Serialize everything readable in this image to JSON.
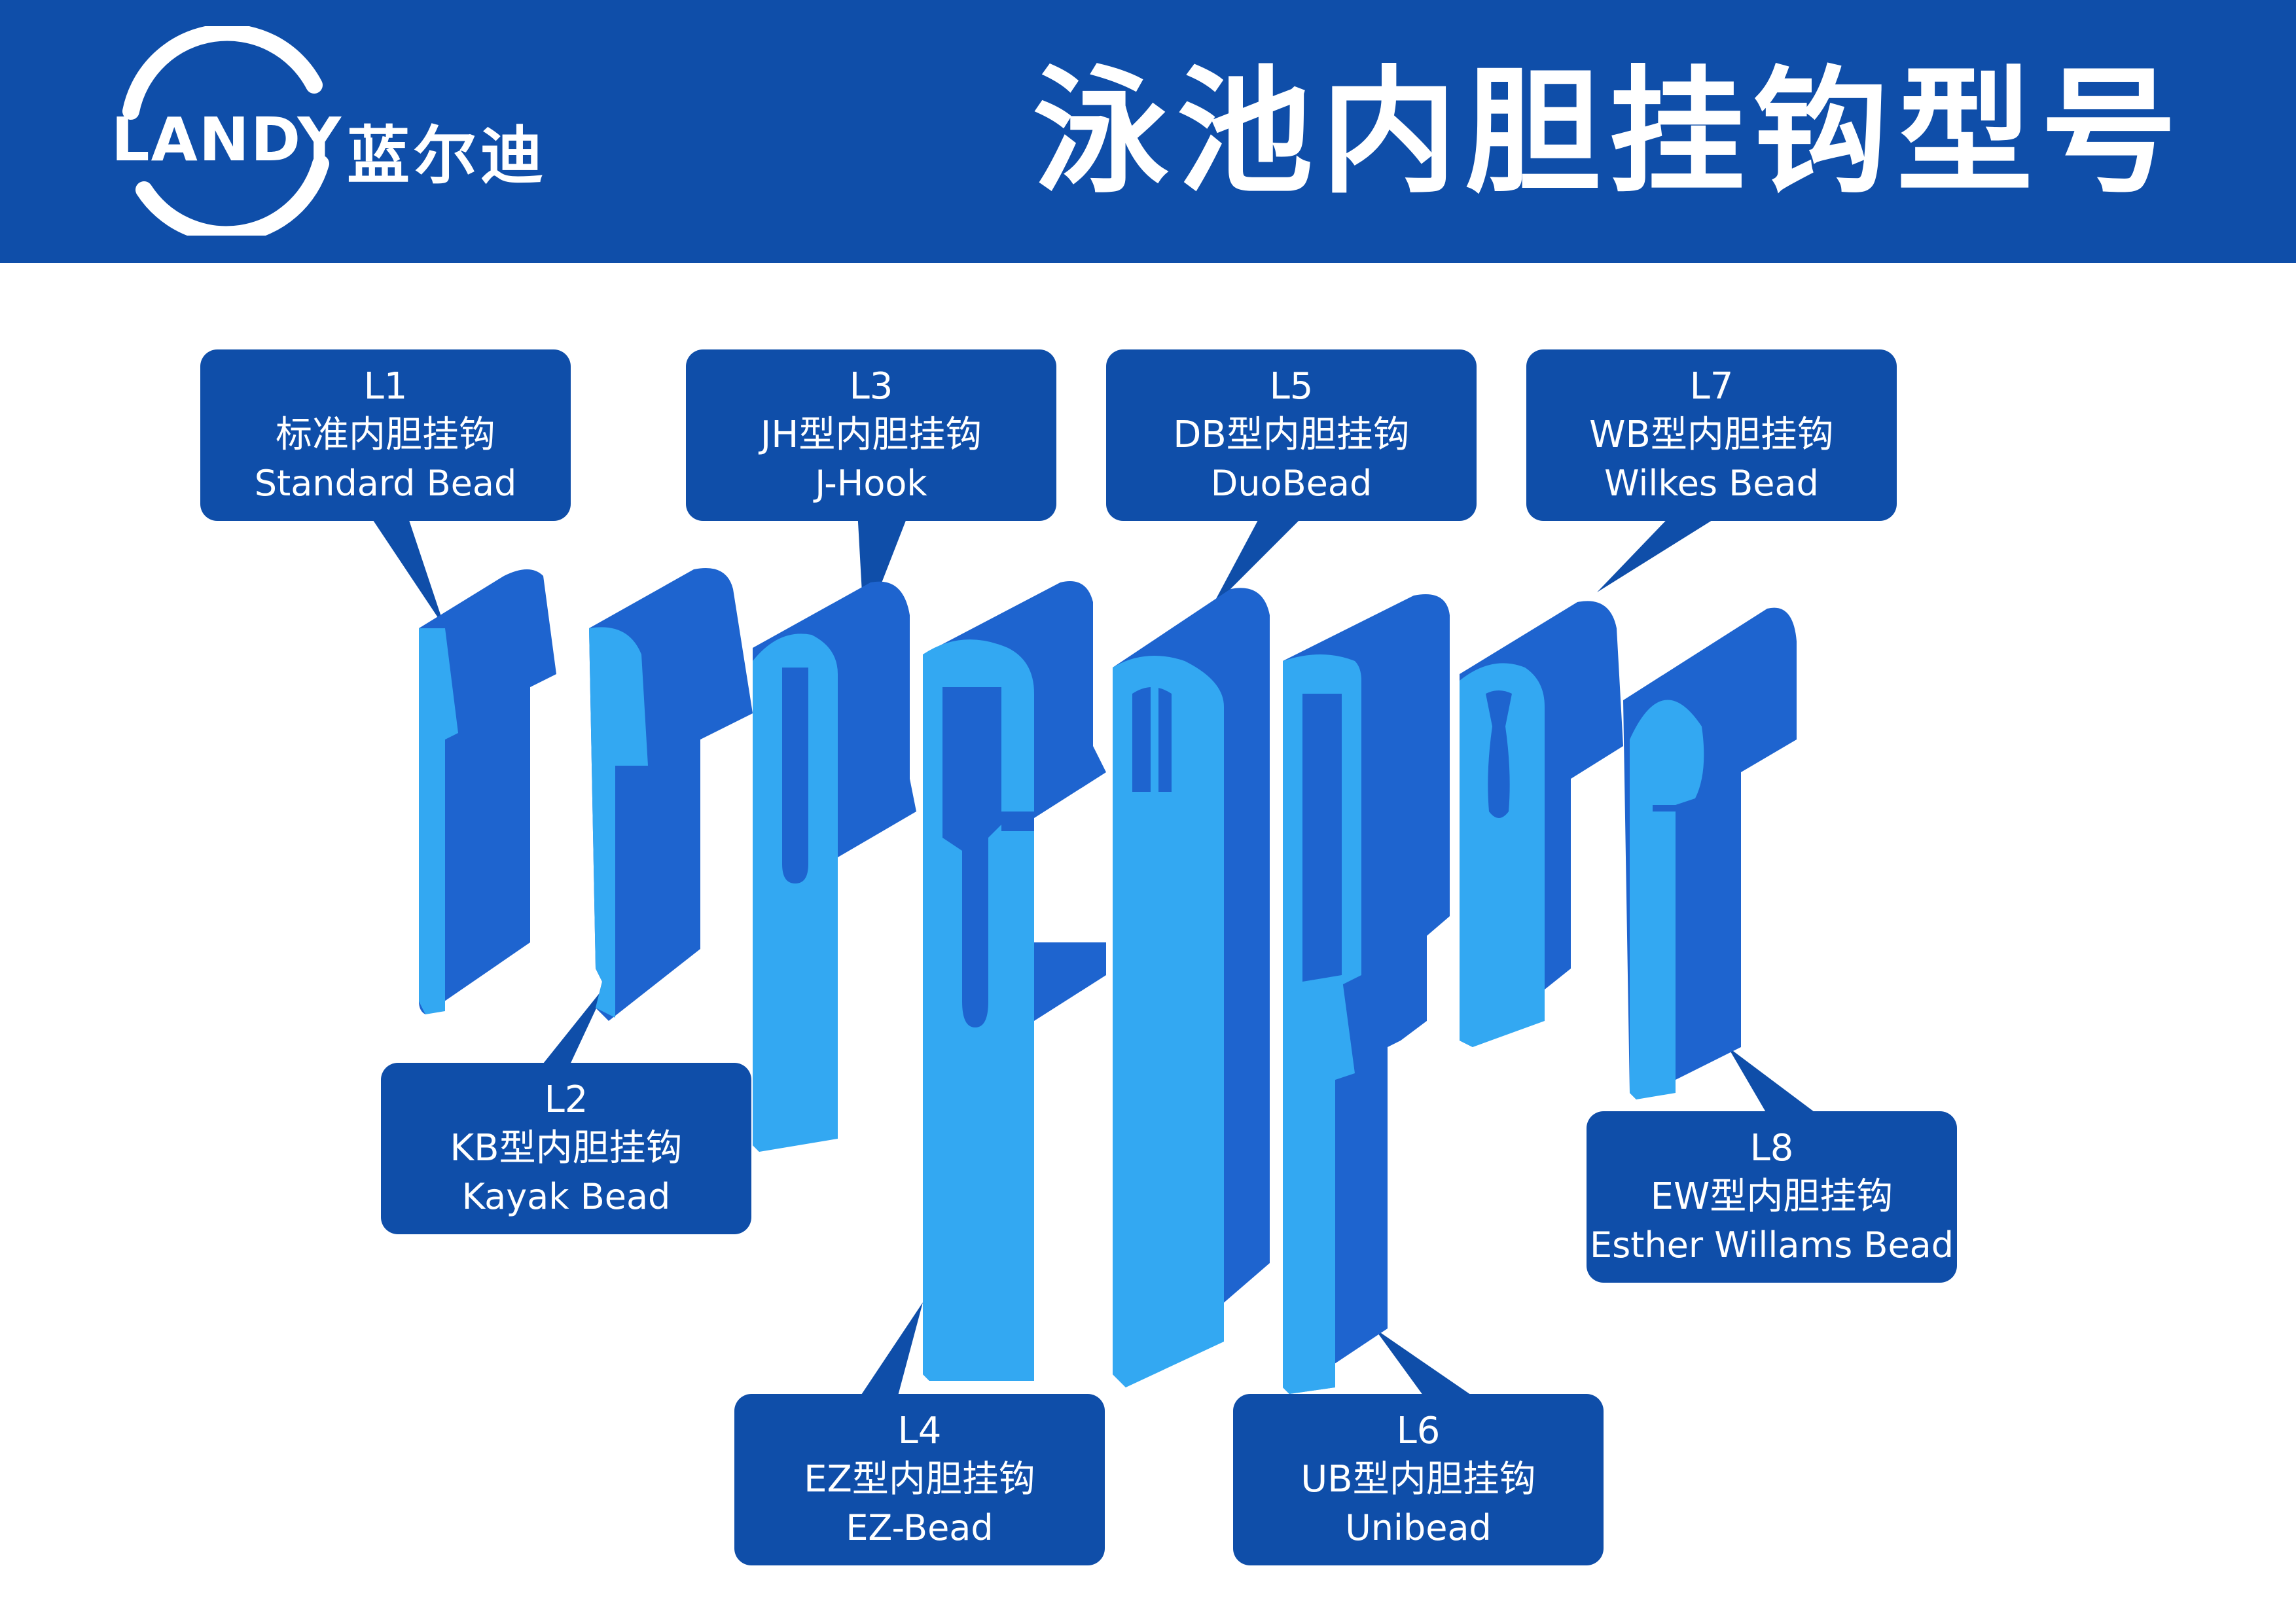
{
  "header": {
    "brand_latin": "LANDY",
    "brand_cn": "蓝尔迪",
    "title": "泳池内胆挂钩型号"
  },
  "colors": {
    "header_bg": "#0f4ea9",
    "callout_bg": "#0f4ea9",
    "profile_face": "#1e64cf",
    "profile_edge": "#33a8f2",
    "page_bg": "#ffffff"
  },
  "icons": {
    "logo": "landy-ring-logo-icon",
    "profile": "bead-profile-icon"
  },
  "callouts": [
    {
      "code": "L1",
      "name_cn": "标准内胆挂钩",
      "name_en": "Standard Bead"
    },
    {
      "code": "L2",
      "name_cn": "KB型内胆挂钩",
      "name_en": "Kayak Bead"
    },
    {
      "code": "L3",
      "name_cn": "JH型内胆挂钩",
      "name_en": "J-Hook"
    },
    {
      "code": "L4",
      "name_cn": "EZ型内胆挂钩",
      "name_en": "EZ-Bead"
    },
    {
      "code": "L5",
      "name_cn": "DB型内胆挂钩",
      "name_en": "DuoBead"
    },
    {
      "code": "L6",
      "name_cn": "UB型内胆挂钩",
      "name_en": "Unibead"
    },
    {
      "code": "L7",
      "name_cn": "WB型内胆挂钩",
      "name_en": "Wilkes Bead"
    },
    {
      "code": "L8",
      "name_cn": "EW型内胆挂钩",
      "name_en": "Esther Willams Bead"
    }
  ]
}
